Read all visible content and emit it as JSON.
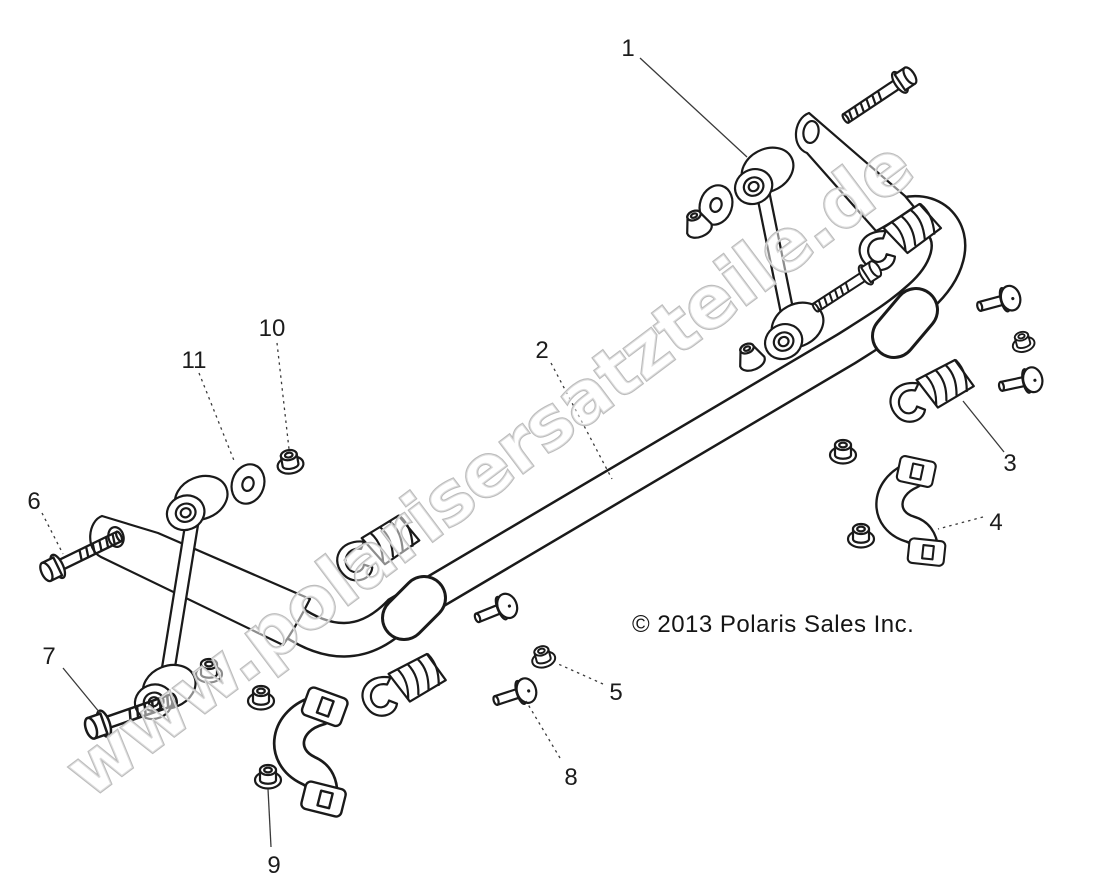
{
  "diagram": {
    "watermark": "www.polarisersatzteile.de",
    "copyright": "© 2013 Polaris Sales Inc.",
    "callouts": {
      "c1": "1",
      "c2": "2",
      "c3": "3",
      "c4": "4",
      "c5": "5",
      "c6": "6",
      "c7": "7",
      "c8": "8",
      "c9": "9",
      "c10": "10",
      "c11": "11"
    }
  },
  "colors": {
    "background": "#ffffff",
    "line": "#1a1a1a",
    "leader_line": "#3a3a3a",
    "callout_text": "#1c1c1c",
    "copyright_text": "#151515",
    "watermark": "#bcbcbc"
  }
}
